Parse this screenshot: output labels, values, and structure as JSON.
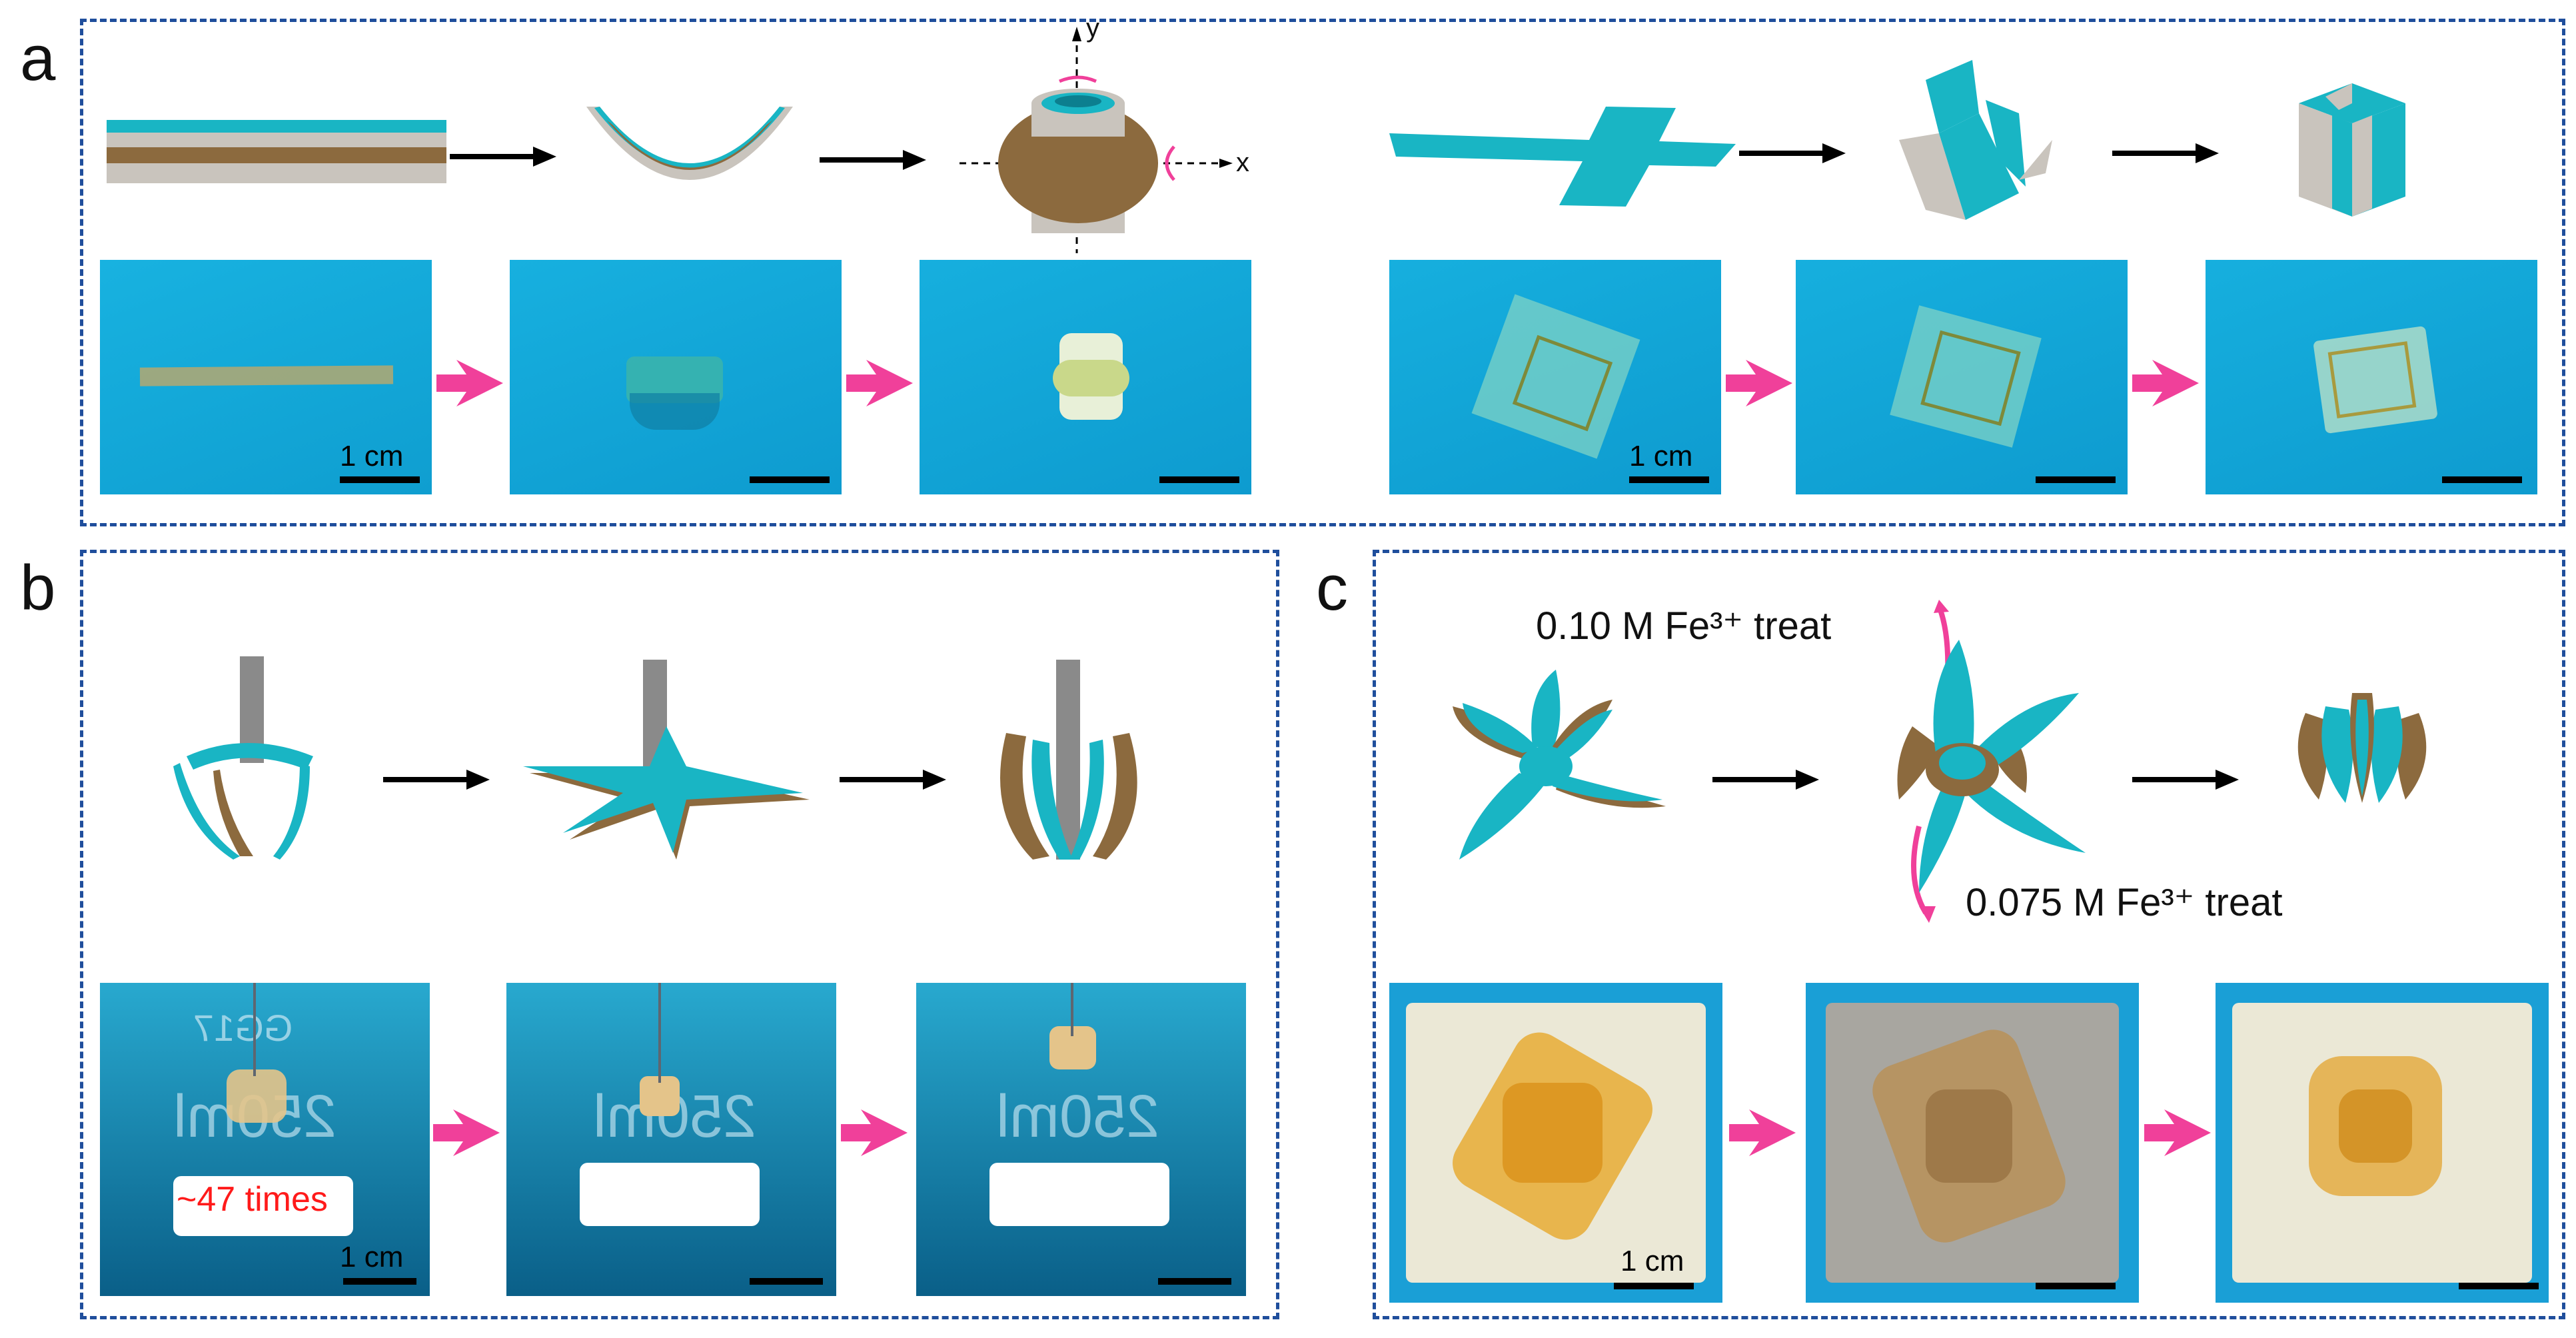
{
  "panels": {
    "a": {
      "letter": "a",
      "scale_label_1": "1 cm",
      "scale_label_2": "1 cm",
      "axis_y": "y",
      "axis_x": "x"
    },
    "b": {
      "letter": "b",
      "annotation": "~47 times",
      "scale_label": "1 cm",
      "beaker_text": "250ml",
      "beaker_brand": "GG17"
    },
    "c": {
      "letter": "c",
      "scale_label": "1 cm",
      "treat_top": "0.10 M Fe³⁺ treat",
      "treat_bottom": "0.075 M Fe³⁺ treat"
    }
  },
  "colors": {
    "frame": "#1f4e9c",
    "teal": "#19b5c4",
    "brown": "#8c6a3e",
    "gray": "#c9c4bd",
    "pink": "#f0409a",
    "water_blue": "#0fa8d8",
    "annotation_red": "#ff1a1a"
  }
}
